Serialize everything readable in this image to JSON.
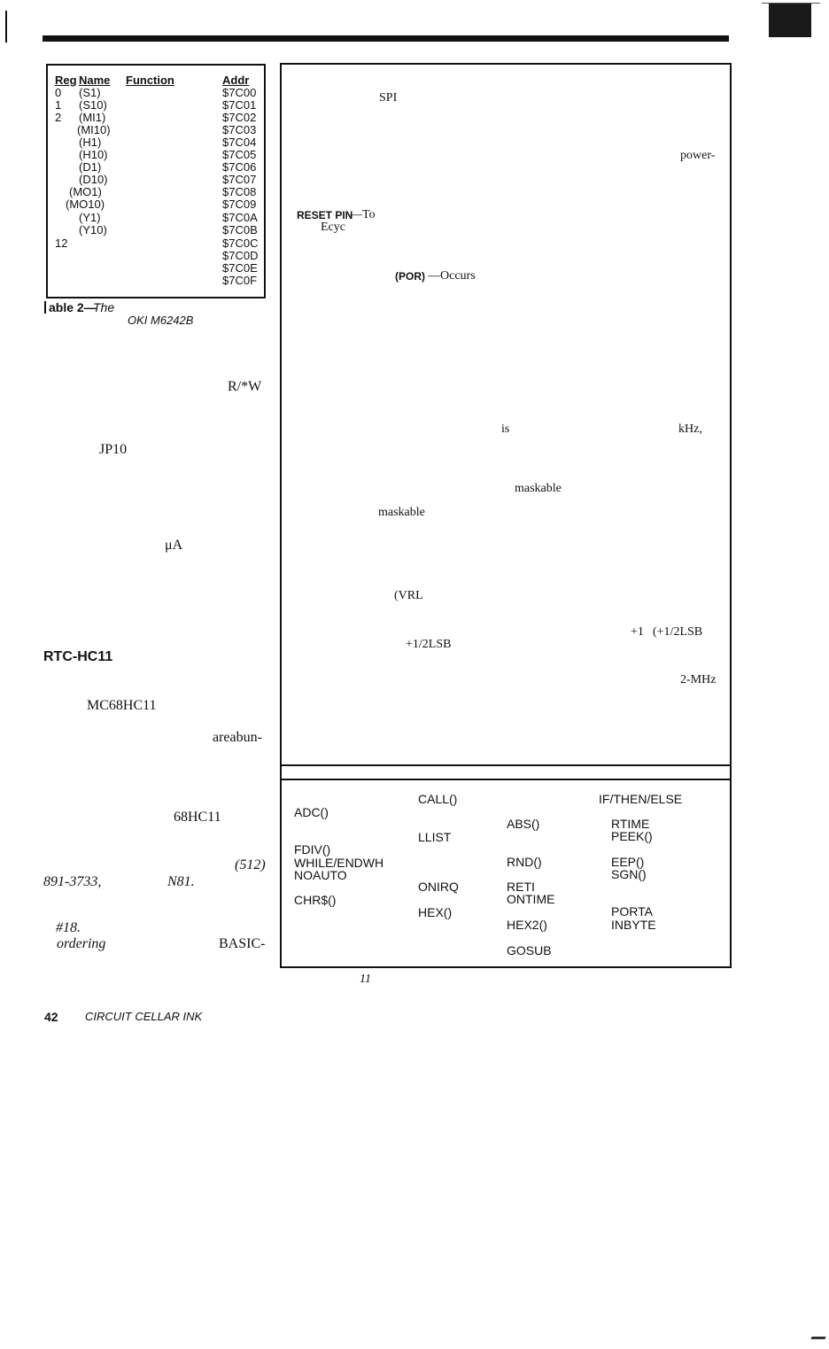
{
  "table2": {
    "headers": {
      "reg": "Reg",
      "name": "Name",
      "function": "Function",
      "addr": "Addr"
    },
    "col_reg": [
      "0",
      "1",
      "2",
      "12"
    ],
    "col_name": [
      "(S1)",
      "(S10)",
      "(MI1)",
      "(MI10)",
      "(H1)",
      "(H10)",
      "(D1)",
      "(D10)",
      "(MO1)",
      "(MO10)",
      "(Y1)",
      "(Y10)"
    ],
    "col_addr": [
      "$7C00",
      "$7C01",
      "$7C02",
      "$7C03",
      "$7C04",
      "$7C05",
      "$7C06",
      "$7C07",
      "$7C08",
      "$7C09",
      "$7C0A",
      "$7C0B",
      "$7C0C",
      "$7C0D",
      "$7C0E",
      "$7C0F"
    ],
    "caption_prefix": "able 2—",
    "caption_the": "The",
    "caption_chip": "OKI M6242B"
  },
  "left_column": {
    "frag_rw": "R/*W",
    "frag_jp10": "JP10",
    "frag_ua": "μA",
    "heading": "RTC-HC11",
    "frag_mc": "MC68HC11",
    "frag_abun": "areabun-",
    "frag_68hc11": "68HC11",
    "frag_512": "(512)",
    "frag_phone": "891-3733,",
    "frag_n81": "N81.",
    "frag_18": "#18.",
    "frag_ordering": "ordering",
    "frag_basic": "BASIC-"
  },
  "right_box": {
    "spi": "SPI",
    "power": "power-",
    "reset": "RESET PIN",
    "reset_to": "—To",
    "ecyc": "Ecyc",
    "por": "(POR)",
    "por_occurs": "—Occurs",
    "is": "is",
    "khz": "kHz,",
    "maskable1": "maskable",
    "maskable2": "maskable",
    "vrl": "(VRL",
    "plus1": "+1",
    "lsb1": "(+1/2LSB",
    "lsb2": "+1/2LSB",
    "mhz": "2-MHz"
  },
  "keywords": {
    "col1": [
      "ADC()",
      "FDIV()",
      "WHILE/ENDWH",
      "NOAUTO",
      "CHR$()"
    ],
    "col2": [
      "CALL()",
      "LLIST",
      "ONIRQ",
      "HEX()"
    ],
    "col3": [
      "ABS()",
      "RND()",
      "RETI",
      "ONTIME",
      "HEX2()",
      "GOSUB"
    ],
    "col4": [
      "IF/THEN/ELSE",
      "RTIME",
      "PEEK()",
      "EEP()",
      "SGN()",
      "PORTA",
      "INBYTE"
    ]
  },
  "box_caption": "11",
  "footer": {
    "page": "42",
    "magazine": "CIRCUIT CELLAR INK"
  }
}
